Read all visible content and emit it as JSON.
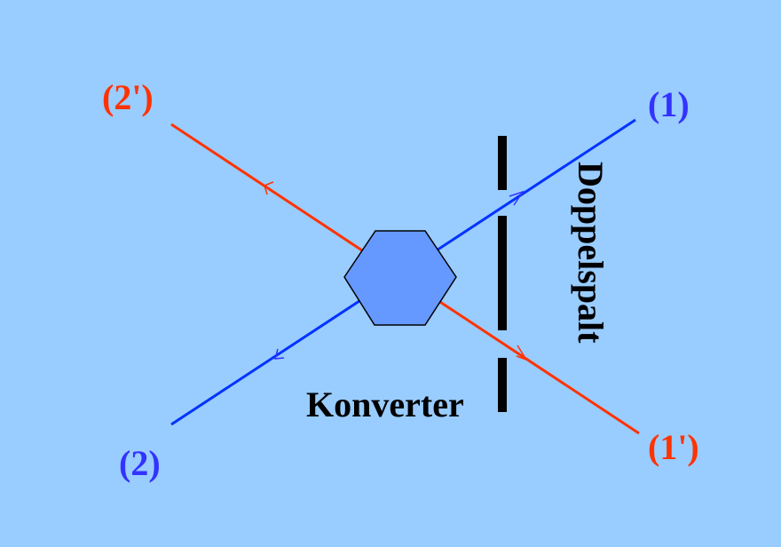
{
  "labels": {
    "p2prime": "(2')",
    "p1": "(1)",
    "p2": "(2)",
    "p1prime": "(1')",
    "converter": "Konverter",
    "double_slit": "Doppelspalt"
  },
  "colors": {
    "background": "#99ccff",
    "red": "#ff3300",
    "blue": "#0033ff",
    "blue_label": "#3333ff",
    "hexagon": "#6699ff"
  }
}
